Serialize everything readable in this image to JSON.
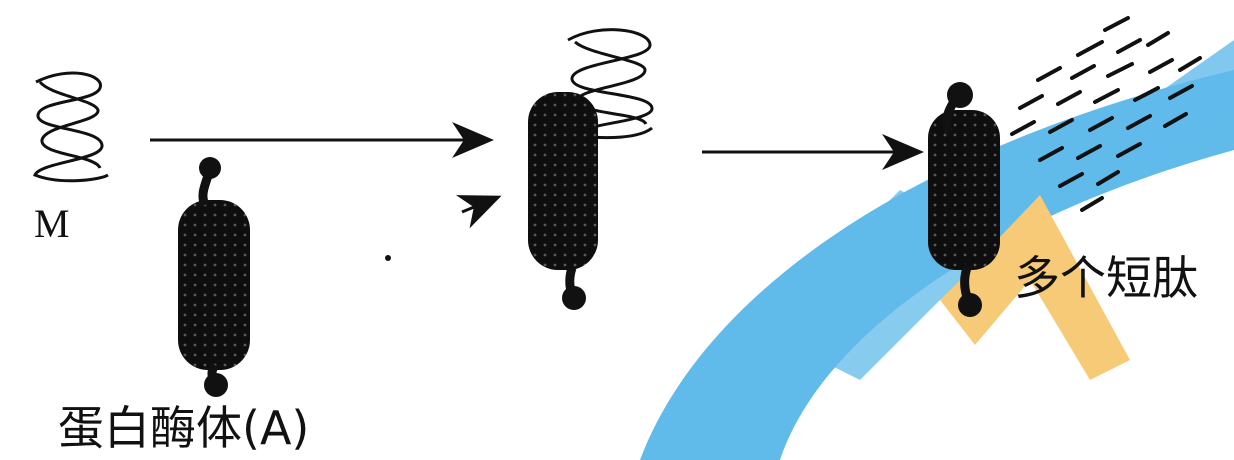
{
  "diagram": {
    "substrate_label": "M",
    "enzyme_label": "蛋白酶体(A)",
    "product_label": "多个短肽"
  },
  "colors": {
    "ink": "#111111",
    "watermark_blue": "#4fb3e8",
    "watermark_orange": "#f7c56a"
  }
}
